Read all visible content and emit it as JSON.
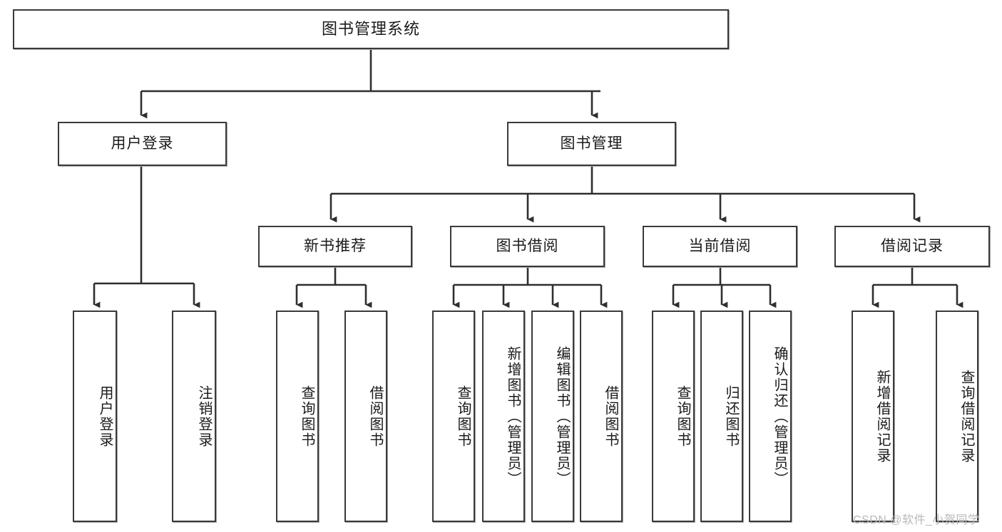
{
  "diagram": {
    "type": "tree",
    "title": "图书管理系统",
    "watermark": "CSDN @软件_小贺同学",
    "colors": {
      "box_border": "#3a3a3a",
      "box_fill": "#ffffff",
      "line": "#2f2f2f",
      "text": "#1a1a1a",
      "watermark": "#b8b8b8"
    },
    "nodes": {
      "root": {
        "label": "图书管理系统"
      },
      "level2": [
        {
          "label": "用户登录"
        },
        {
          "label": "图书管理"
        }
      ],
      "level3": [
        {
          "label": "新书推荐"
        },
        {
          "label": "图书借阅"
        },
        {
          "label": "当前借阅"
        },
        {
          "label": "借阅记录"
        }
      ],
      "leaves": {
        "user_login": [
          {
            "label": "用户登录"
          },
          {
            "label": "注销登录"
          }
        ],
        "new_book_recommend": [
          {
            "label": "查询图书"
          },
          {
            "label": "借阅图书"
          }
        ],
        "book_borrow": [
          {
            "label": "查询图书"
          },
          {
            "label": "新增图书（管理员）"
          },
          {
            "label": "编辑图书（管理员）"
          },
          {
            "label": "借阅图书"
          }
        ],
        "current_borrow": [
          {
            "label": "查询图书"
          },
          {
            "label": "归还图书"
          },
          {
            "label": "确认归还（管理员）"
          }
        ],
        "borrow_record": [
          {
            "label": "新增借阅记录"
          },
          {
            "label": "查询借阅记录"
          }
        ]
      }
    }
  }
}
